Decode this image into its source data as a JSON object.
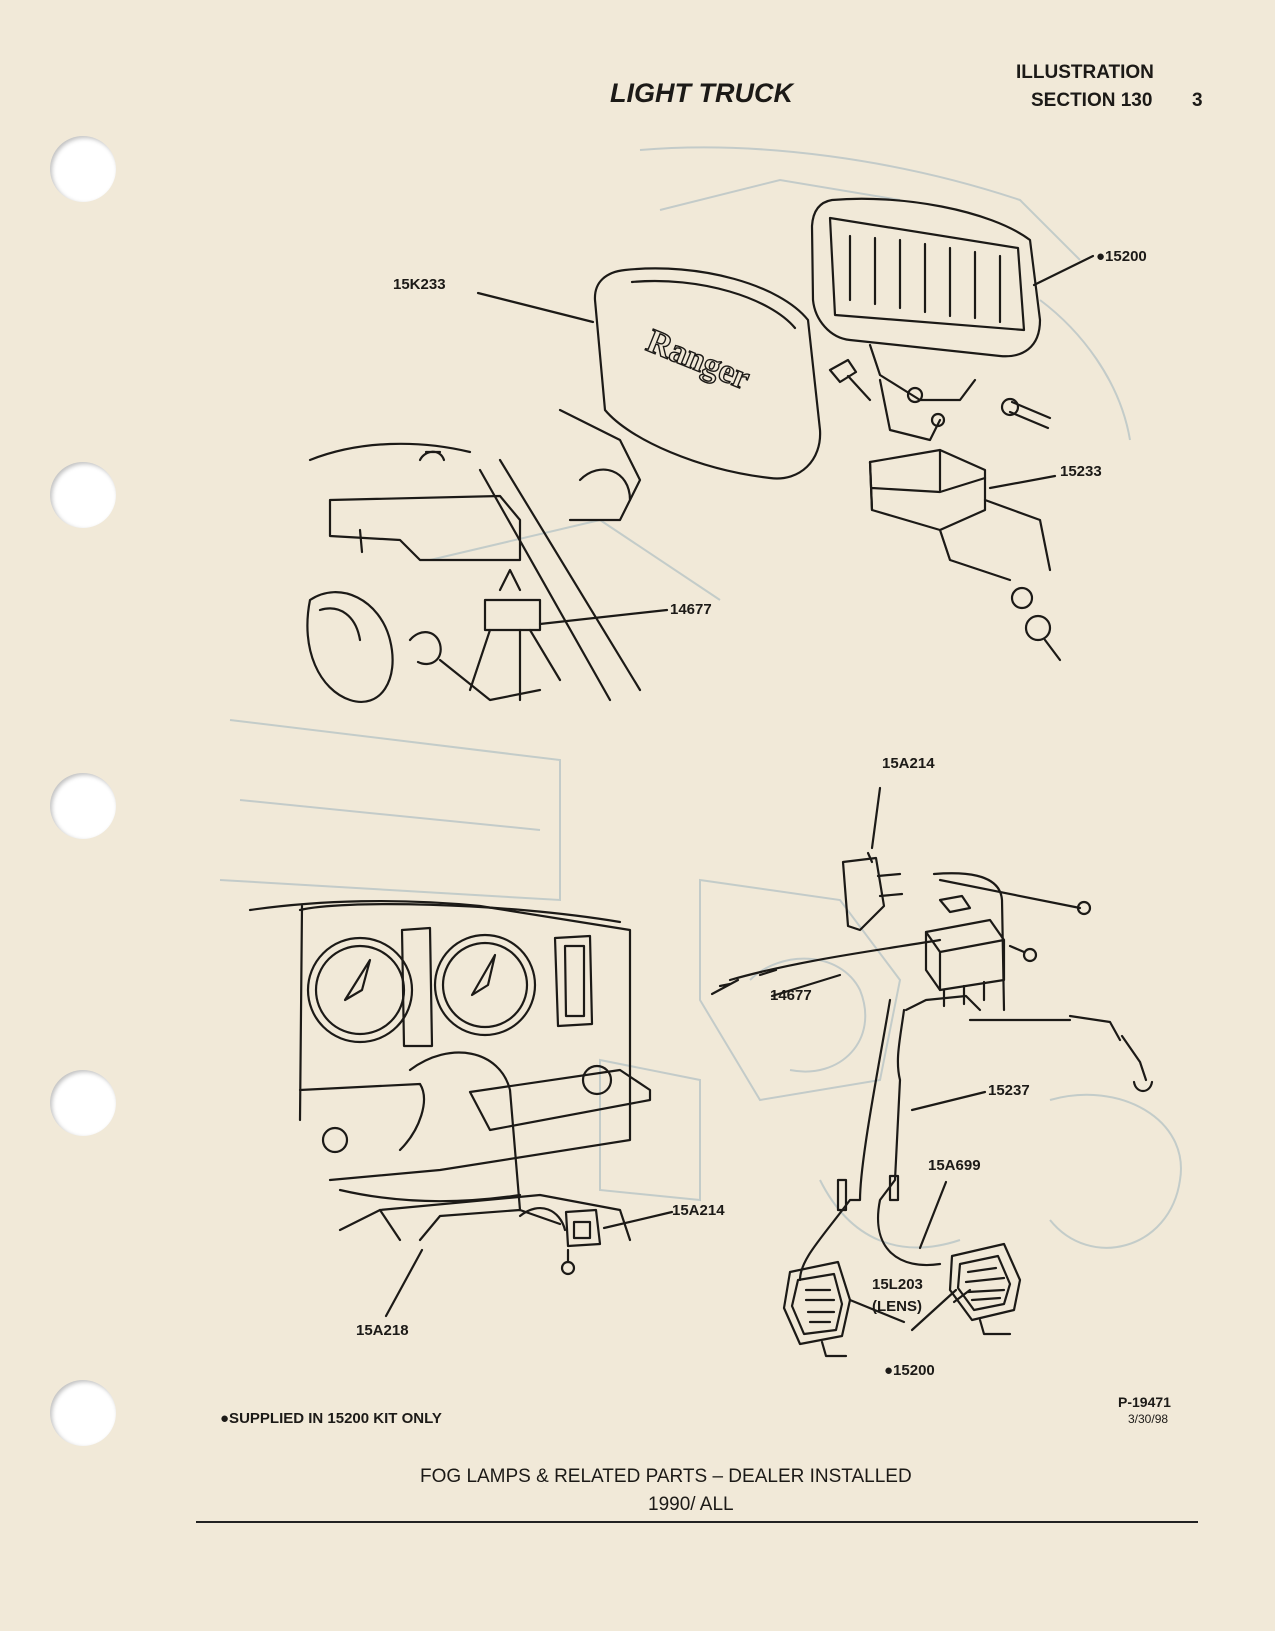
{
  "header": {
    "title": "LIGHT TRUCK",
    "illustration": "ILLUSTRATION",
    "section": "SECTION 130",
    "page_number": "3"
  },
  "callouts": {
    "c_15K233": "15K233",
    "c_15200_top": "●15200",
    "c_15233": "15233",
    "c_14677_top": "14677",
    "c_15A214_top": "15A214",
    "c_14677_mid": "14677",
    "c_15237": "15237",
    "c_15A699": "15A699",
    "c_15A214_low": "15A214",
    "c_15L203": "15L203",
    "c_lens": "(LENS)",
    "c_15A218": "15A218",
    "c_15200_low": "●15200"
  },
  "lamp_badge": "Ranger",
  "footer": {
    "note": "●SUPPLIED IN 15200 KIT ONLY",
    "plate": "P-19471",
    "date": "3/30/98",
    "caption_line1": "FOG LAMPS & RELATED PARTS – DEALER INSTALLED",
    "caption_line2": "1990/ ALL"
  },
  "colors": {
    "paper": "#f1e9d8",
    "ink": "#1c1a17",
    "bleed_through": "#b8c4c6"
  }
}
